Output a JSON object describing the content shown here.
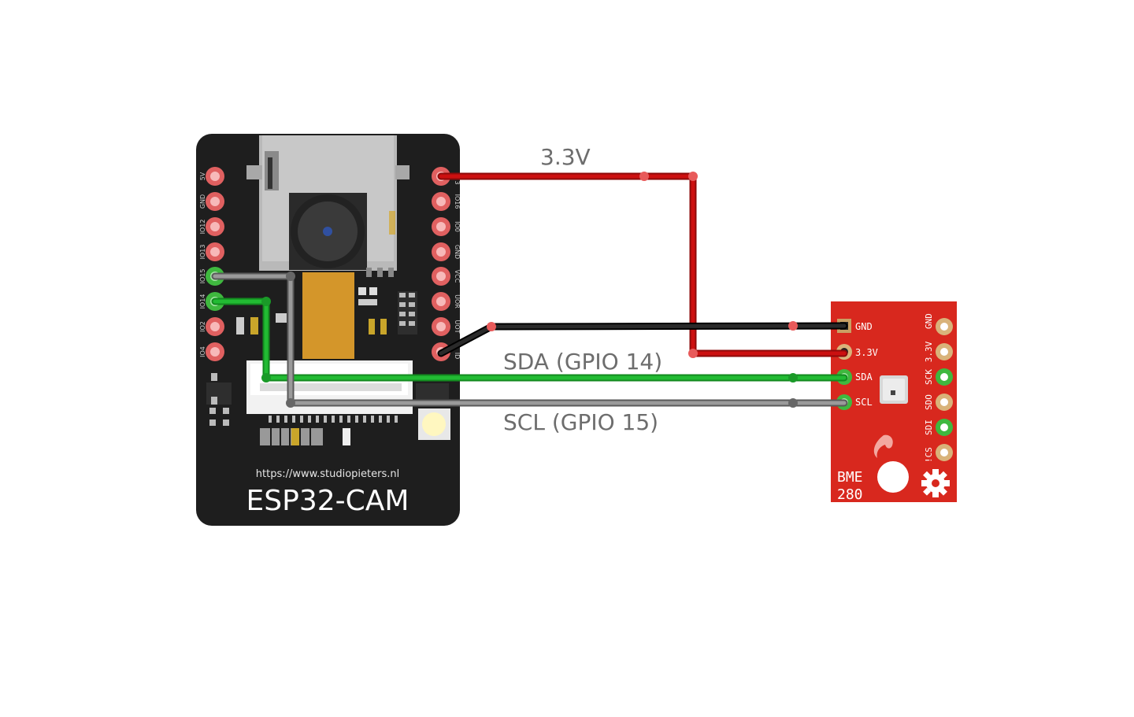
{
  "labels": {
    "power": "3.3V",
    "sda": "SDA (GPIO 14)",
    "scl": "SCL (GPIO 15)"
  },
  "esp32": {
    "title": "ESP32-CAM",
    "url": "https://www.studiopieters.nl",
    "left_pins": [
      "5V",
      "GND",
      "IO12",
      "IO13",
      "IO15",
      "IO14",
      "IO2",
      "IO4"
    ],
    "right_pins": [
      "3",
      "IO16",
      "IO0",
      "GND",
      "VCC",
      "UOR",
      "UOT",
      "ID"
    ]
  },
  "bme280": {
    "name_line1": "BME",
    "name_line2": "280",
    "front_pins": [
      "GND",
      "3.3V",
      "SDA",
      "SCL"
    ],
    "side_pins": [
      "GND",
      "3.3V",
      "SCK",
      "SDO",
      "SDI",
      "!CS"
    ]
  },
  "colors": {
    "power_wire": "#cc1010",
    "ground_wire": "#1a1a1a",
    "sda_wire": "#22bb33",
    "scl_wire": "#8a8a8a",
    "esp_board": "#1e1e1e",
    "bme_board": "#d8281e"
  }
}
